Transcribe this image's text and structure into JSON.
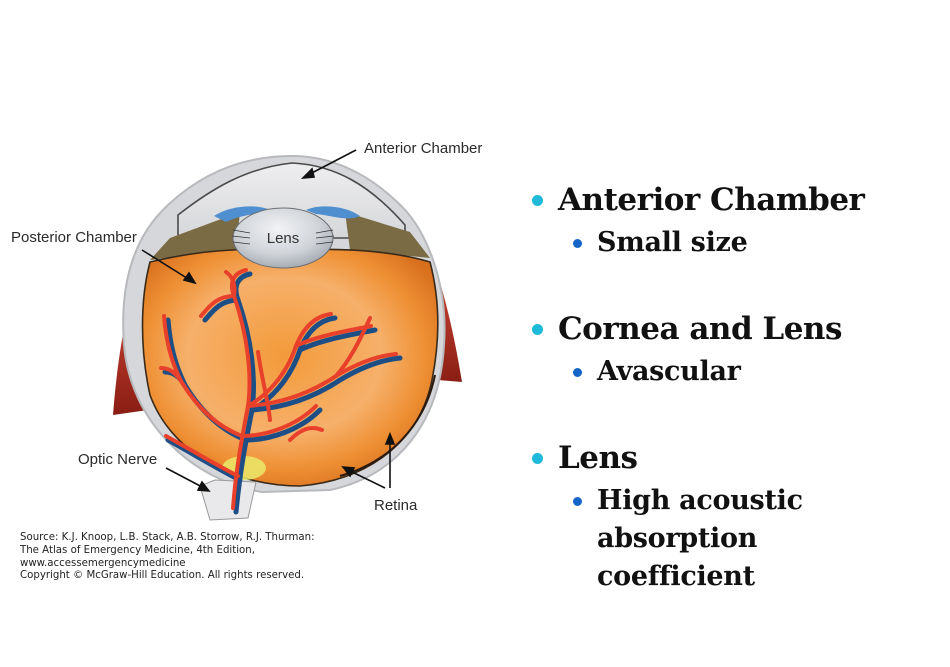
{
  "slide": {
    "background_color": "#ffffff",
    "bullet_colors": {
      "level1": "#1fb9d9",
      "level2": "#1565c8"
    }
  },
  "diagram": {
    "labels": {
      "anterior_chamber": "Anterior Chamber",
      "posterior_chamber": "Posterior Chamber",
      "lens": "Lens",
      "optic_nerve": "Optic Nerve",
      "retina": "Retina"
    },
    "colors": {
      "vitreous_orange": "#f08a2a",
      "vitreous_light": "#f7b56a",
      "sclera_gray": "#d9d9db",
      "lens_gray": "#c9cdd2",
      "iris_blue": "#4f8fd0",
      "artery_red": "#e8402a",
      "vein_blue": "#1d4f86",
      "muscle_red": "#a52a1e",
      "optic_disc_yellow": "#eaea6a"
    }
  },
  "source": {
    "lines": [
      "Source: K.J. Knoop, L.B. Stack, A.B. Storrow, R.J. Thurman:",
      "The Atlas of Emergency Medicine, 4th Edition,",
      "www.accessemergencymedicine",
      "Copyright © McGraw-Hill Education. All rights reserved."
    ]
  },
  "bullets": [
    {
      "text": "Anterior Chamber",
      "sub": [
        "Small size"
      ]
    },
    {
      "text": "Cornea and Lens",
      "sub": [
        "Avascular"
      ]
    },
    {
      "text": "Lens",
      "sub": [
        "High acoustic absorption coefficient"
      ]
    }
  ]
}
